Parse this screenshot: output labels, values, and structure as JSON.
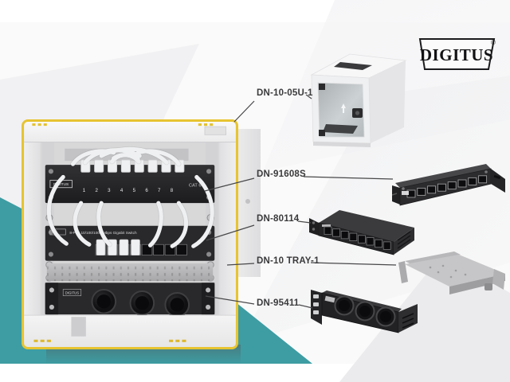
{
  "brand": {
    "logo_text": "DIGITUS",
    "registered": "®"
  },
  "products": [
    {
      "id": "wall-cabinet",
      "label": "DN-10-05U-1"
    },
    {
      "id": "patch-panel",
      "label": "DN-91608S"
    },
    {
      "id": "switch",
      "label": "DN-80114"
    },
    {
      "id": "tray",
      "label": "DN-10 TRAY-1"
    },
    {
      "id": "power-strip",
      "label": "DN-95411"
    }
  ],
  "rack": {
    "patch_panel": {
      "brand": "DIGITUS",
      "port_numbers": "1 2 3 4 5 6 7 8",
      "category": "CAT 6"
    },
    "switch": {
      "brand": "DIGITUS",
      "title": "8-Port 10/100/1000 Mbps Gigabit Switch"
    },
    "power_strip": {
      "brand": "DIGITUS"
    }
  },
  "colors": {
    "teal": "#3D9DA3",
    "highlight_yellow": "#E7C431",
    "panel_black": "#29292B"
  }
}
